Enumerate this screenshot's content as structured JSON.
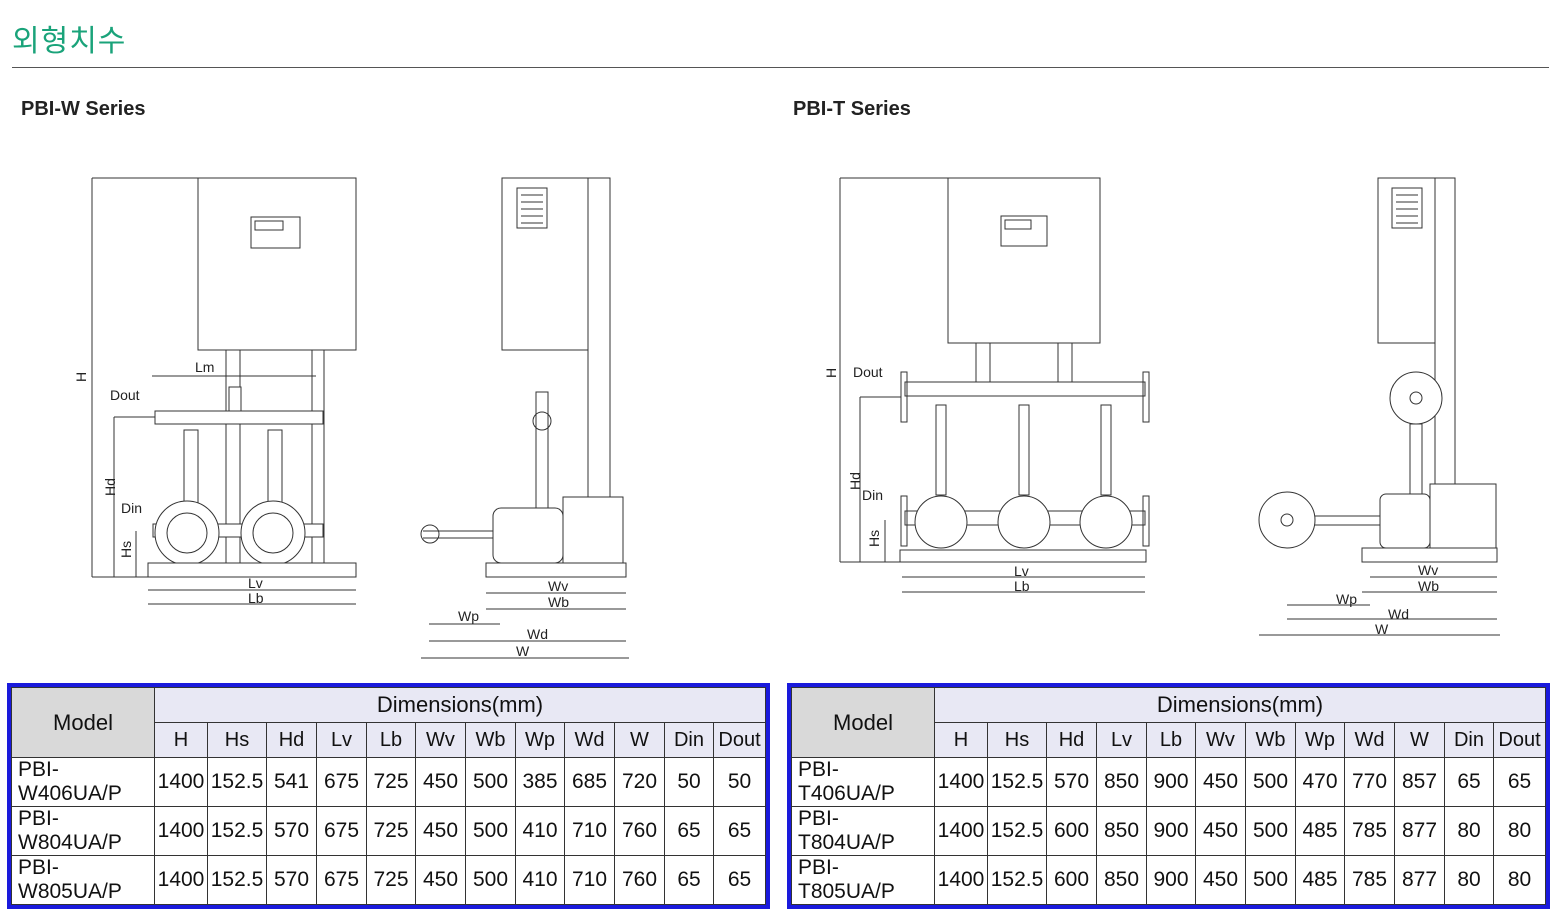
{
  "page": {
    "title": "외형치수",
    "accent_color": "#1aa37a",
    "table_border_color": "#1a1adc"
  },
  "sections": [
    {
      "title": "PBI-W Series",
      "labels": {
        "H": "H",
        "Lm": "Lm",
        "Dout": "Dout",
        "Hd": "Hd",
        "Din": "Din",
        "Hs": "Hs",
        "Lv": "Lv",
        "Lb": "Lb",
        "Wv": "Wv",
        "Wb": "Wb",
        "Wp": "Wp",
        "Wd": "Wd",
        "W": "W"
      },
      "table": {
        "model_header": "Model",
        "dimensions_header": "Dimensions(mm)",
        "columns": [
          "H",
          "Hs",
          "Hd",
          "Lv",
          "Lb",
          "Wv",
          "Wb",
          "Wp",
          "Wd",
          "W",
          "Din",
          "Dout"
        ],
        "rows": [
          {
            "model": "PBI-W406UA/P",
            "values": [
              "1400",
              "152.5",
              "541",
              "675",
              "725",
              "450",
              "500",
              "385",
              "685",
              "720",
              "50",
              "50"
            ]
          },
          {
            "model": "PBI-W804UA/P",
            "values": [
              "1400",
              "152.5",
              "570",
              "675",
              "725",
              "450",
              "500",
              "410",
              "710",
              "760",
              "65",
              "65"
            ]
          },
          {
            "model": "PBI-W805UA/P",
            "values": [
              "1400",
              "152.5",
              "570",
              "675",
              "725",
              "450",
              "500",
              "410",
              "710",
              "760",
              "65",
              "65"
            ]
          }
        ]
      }
    },
    {
      "title": "PBI-T Series",
      "labels": {
        "H": "H",
        "Dout": "Dout",
        "Hd": "Hd",
        "Din": "Din",
        "Hs": "Hs",
        "Lv": "Lv",
        "Lb": "Lb",
        "Wv": "Wv",
        "Wb": "Wb",
        "Wp": "Wp",
        "Wd": "Wd",
        "W": "W"
      },
      "table": {
        "model_header": "Model",
        "dimensions_header": "Dimensions(mm)",
        "columns": [
          "H",
          "Hs",
          "Hd",
          "Lv",
          "Lb",
          "Wv",
          "Wb",
          "Wp",
          "Wd",
          "W",
          "Din",
          "Dout"
        ],
        "rows": [
          {
            "model": "PBI-T406UA/P",
            "values": [
              "1400",
              "152.5",
              "570",
              "850",
              "900",
              "450",
              "500",
              "470",
              "770",
              "857",
              "65",
              "65"
            ]
          },
          {
            "model": "PBI-T804UA/P",
            "values": [
              "1400",
              "152.5",
              "600",
              "850",
              "900",
              "450",
              "500",
              "485",
              "785",
              "877",
              "80",
              "80"
            ]
          },
          {
            "model": "PBI-T805UA/P",
            "values": [
              "1400",
              "152.5",
              "600",
              "850",
              "900",
              "450",
              "500",
              "485",
              "785",
              "877",
              "80",
              "80"
            ]
          }
        ]
      }
    }
  ]
}
